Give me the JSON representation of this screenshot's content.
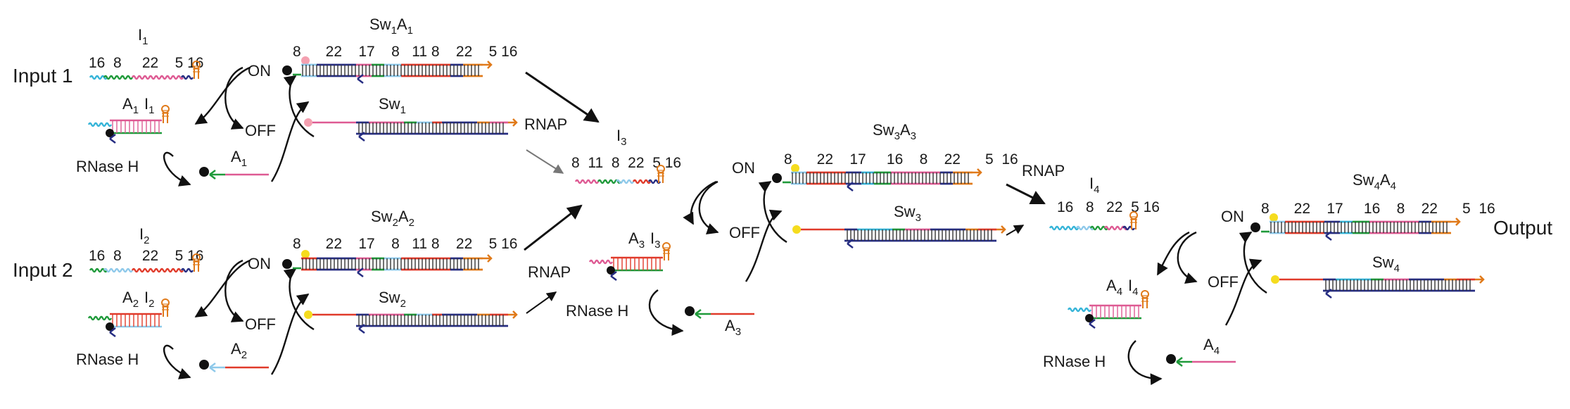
{
  "colors": {
    "cyan": "#35b4d8",
    "green": "#1f9a3a",
    "pink": "#de5a93",
    "red": "#e03a2a",
    "navy": "#262d82",
    "orange": "#e07a1a",
    "lightblue": "#8ec9ea",
    "purple": "#6a3a95",
    "dot_black": "#111111",
    "dot_pink": "#f4a0b0",
    "dot_yellow": "#f5dc1e",
    "arrow": "#111111"
  },
  "labels": {
    "input1": "Input 1",
    "input2": "Input 2",
    "output": "Output",
    "on": "ON",
    "off": "OFF",
    "rnap": "RNAP",
    "rnaseh": "RNase H"
  },
  "i1": {
    "name": "I",
    "sub": "1",
    "numbers": "16  8     22    5 16"
  },
  "a1i1": {
    "a": "A",
    "asub": "1",
    "i": "I",
    "isub": "1"
  },
  "a1": {
    "name": "A",
    "sub": "1"
  },
  "sw1a1": {
    "sw": "Sw",
    "swsub": "1",
    "a": "A",
    "asub": "1",
    "numbers": "8      22    17    8   11 8    22    5 16"
  },
  "sw1": {
    "name": "Sw",
    "sub": "1"
  },
  "i2": {
    "name": "I",
    "sub": "2",
    "numbers": "16  8     22    5 16"
  },
  "a2i2": {
    "a": "A",
    "asub": "2",
    "i": "I",
    "isub": "2"
  },
  "a2": {
    "name": "A",
    "sub": "2"
  },
  "sw2a2": {
    "sw": "Sw",
    "swsub": "2",
    "a": "A",
    "asub": "2",
    "numbers": "8      22    17    8   11 8    22    5 16"
  },
  "sw2": {
    "name": "Sw",
    "sub": "2"
  },
  "i3": {
    "name": "I",
    "sub": "3",
    "numbers": "8  11  8  22  5 16"
  },
  "a3i3": {
    "a": "A",
    "asub": "3",
    "i": "I",
    "isub": "3"
  },
  "a3": {
    "name": "A",
    "sub": "3"
  },
  "sw3a3": {
    "sw": "Sw",
    "swsub": "3",
    "a": "A",
    "asub": "3",
    "numbers": "8      22    17     16    8    22      5  16"
  },
  "sw3": {
    "name": "Sw",
    "sub": "3"
  },
  "i4": {
    "name": "I",
    "sub": "4",
    "numbers": "16   8   22  5 16"
  },
  "a4i4": {
    "a": "A",
    "asub": "4",
    "i": "I",
    "isub": "4"
  },
  "a4": {
    "name": "A",
    "sub": "4"
  },
  "sw4a4": {
    "sw": "Sw",
    "swsub": "4",
    "a": "A",
    "asub": "4",
    "numbers": "8      22    17     16    8    22      5  16"
  },
  "sw4": {
    "name": "Sw",
    "sub": "4"
  }
}
